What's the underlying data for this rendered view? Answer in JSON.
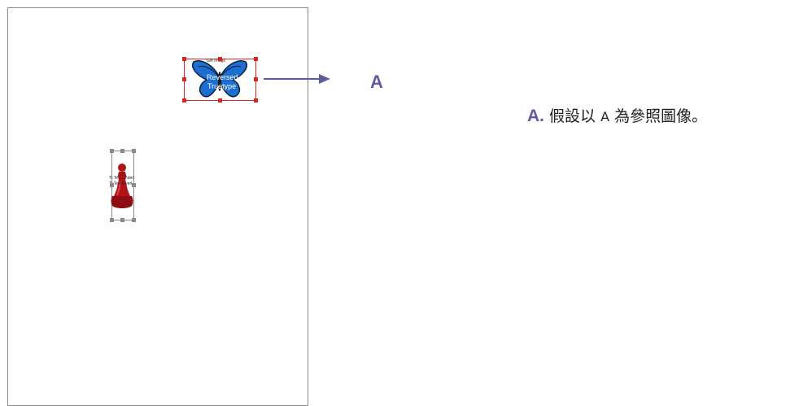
{
  "canvas": {
    "butterfly_object": {
      "top_caption": "Gift Image",
      "overlay_text_line1": "Reversed",
      "overlay_text_line2": "Truetype",
      "selection_color": "#d9231f"
    },
    "pawn_object": {
      "overlay_text_line1": "Tt Text Underl",
      "overlay_text_line2": "Tt Text Overl",
      "selection_color": "#8a8a8a"
    }
  },
  "callout": {
    "label": "A",
    "color": "#5b5d9c"
  },
  "legend": {
    "letter": "A.",
    "text_before": "假設以",
    "letter_ref": "A",
    "text_after": "為參照圖像。"
  }
}
